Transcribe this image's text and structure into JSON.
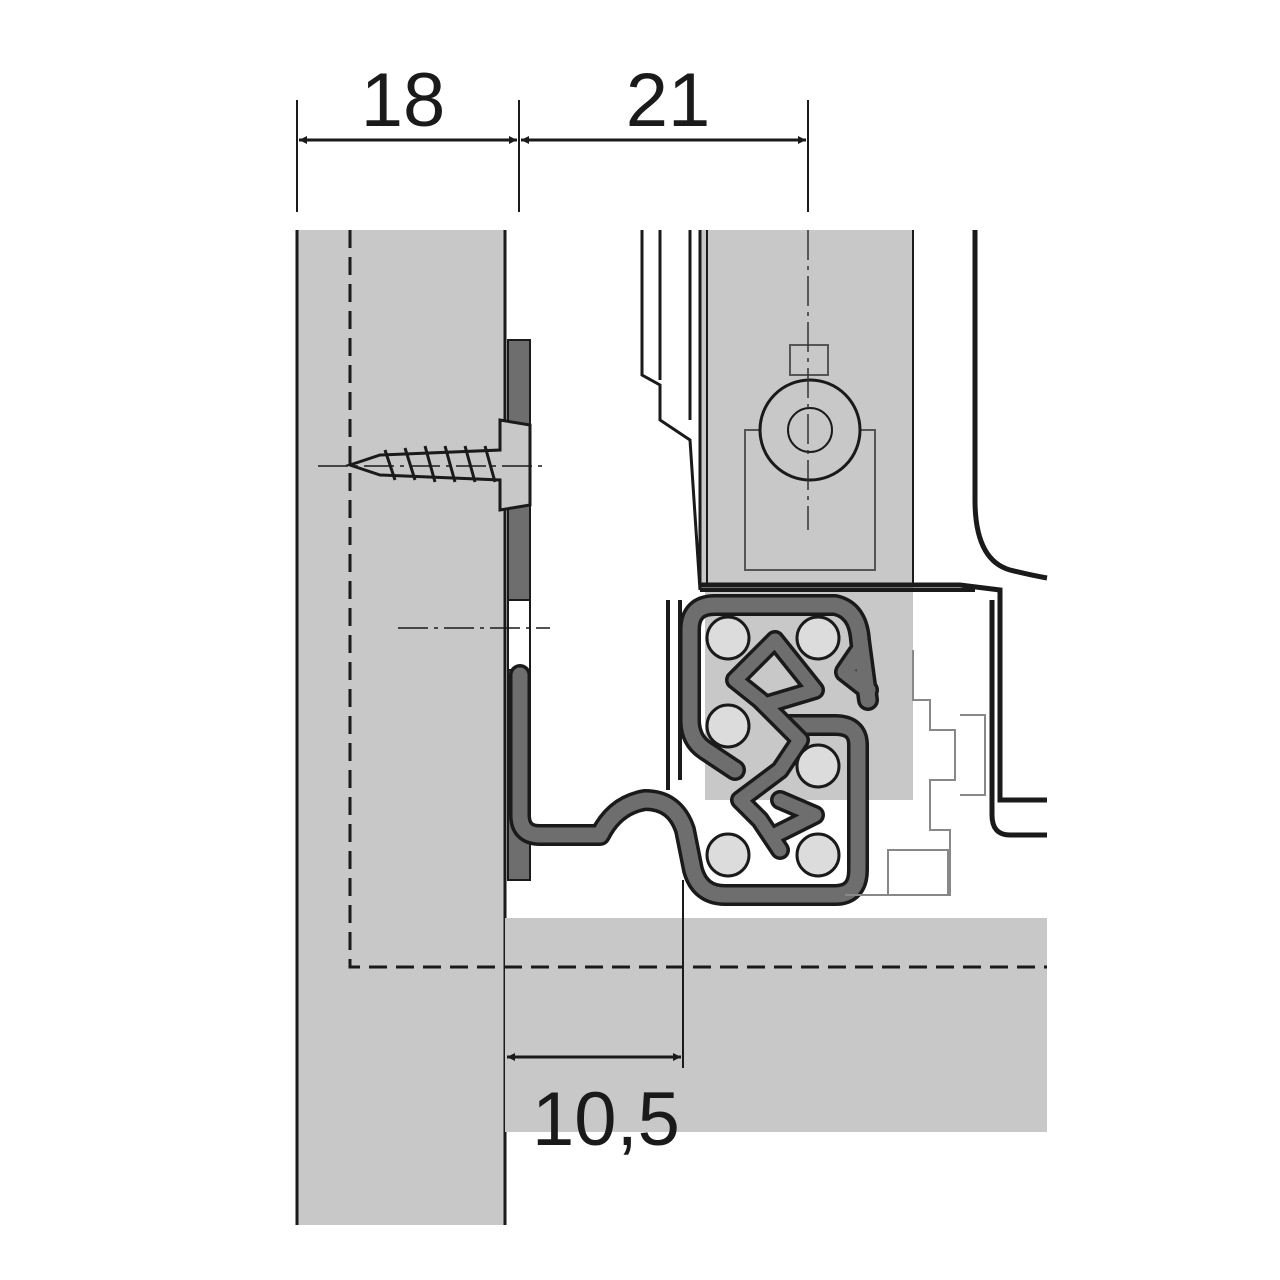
{
  "dimensions": {
    "panel_thickness": "18",
    "rail_offset": "21",
    "bottom_offset": "10,5"
  },
  "colors": {
    "panel_fill": "#c8c8c8",
    "rail_fill": "#6e6e6e",
    "line": "#1a1a1a",
    "ball_fill": "#dcdcdc"
  }
}
